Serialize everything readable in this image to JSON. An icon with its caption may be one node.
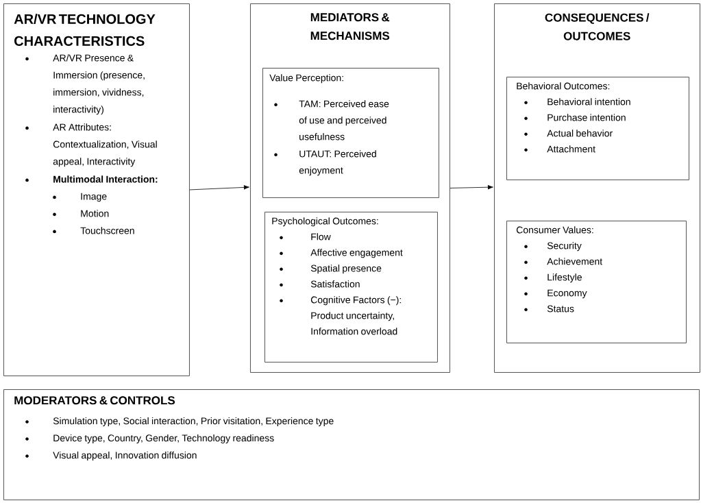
{
  "diagram": {
    "nodes": [
      {
        "text": [
          "AR/VR TECHNOLOGY CHARACTERISTICS",
          "AR/VR Presence & Immersion (presence, immersion, vividness, interactivity)",
          "AR Attributes: Contextualization, Visual appeal, Interactivity",
          "Multimodal Interaction:",
          "Image",
          "Motion",
          "Touchscreen"
        ]
      },
      {
        "text": [
          "MEDIATORS & MECHANISMS"
        ]
      },
      {
        "text": [
          "Value Perception:",
          "TAM: Perceived ease of use and perceived usefulness",
          "UTAUT: Perceived enjoyment"
        ],
        "in": 1
      },
      {
        "text": [
          "Psychological Outcomes:",
          "Flow",
          "Affective engagement",
          "Spatial presence",
          "Satisfaction",
          "Cognitive Factors (−): Product uncertainty, Information overload"
        ],
        "in": 1
      },
      {
        "text": [
          "CONSEQUENCES / OUTCOMES"
        ]
      },
      {
        "text": [
          "Behavioral Outcomes:",
          "Behavioral intention",
          "Purchase intention",
          "Actual behavior",
          "Attachment"
        ],
        "in": 4
      },
      {
        "text": [
          "Consumer Values:",
          "Security",
          "Achievement",
          "Lifestyle",
          "Economy",
          "Status"
        ],
        "in": 4
      },
      {
        "text": [
          "MODERATORS & CONTROLS",
          "Simulation type, Social interaction, Prior visitation, Experience type",
          "Device type, Country, Gender, Technology readiness",
          "Visual appeal, Innovation diffusion"
        ]
      }
    ],
    "edges": [
      {
        "from": 0,
        "to": 1,
        "arrow": "to"
      },
      {
        "from": 1,
        "to": 4,
        "arrow": "to"
      }
    ]
  }
}
